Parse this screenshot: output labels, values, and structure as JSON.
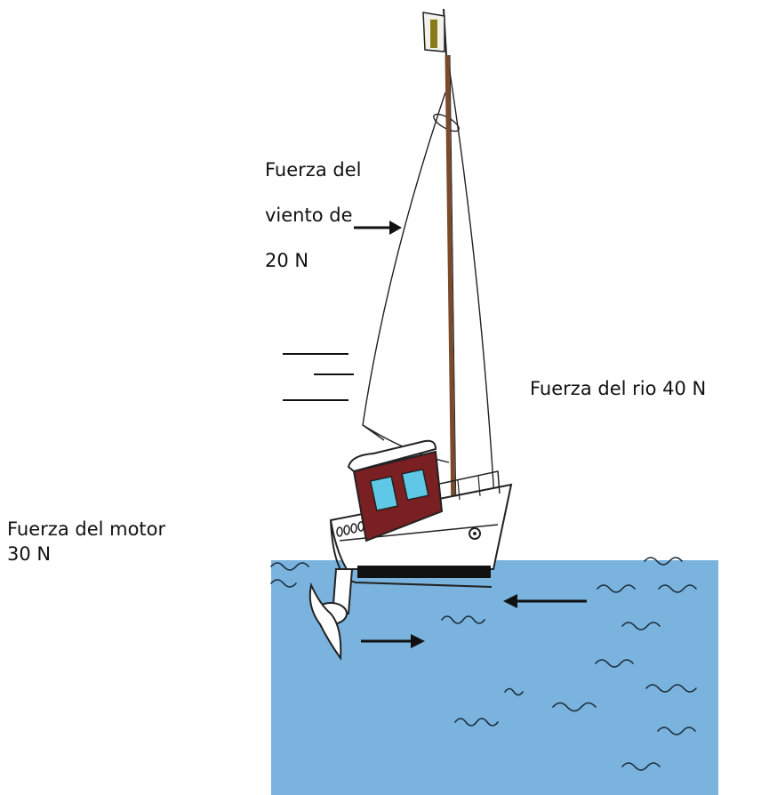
{
  "labels": {
    "wind_line1": "Fuerza del",
    "wind_line2": "viento de",
    "wind_line3": "20 N",
    "river": "Fuerza del rio 40 N",
    "motor_line1": "Fuerza del motor",
    "motor_line2": "30 N"
  },
  "colors": {
    "water": "#7ab3dd",
    "cabin": "#7a1f22",
    "window": "#5ec8e6",
    "mast": "#7a4a2a",
    "flag": "#8a7a1a",
    "arrow": "#111111"
  },
  "icons": {
    "wind_arrow": "arrow-right-icon",
    "river_arrow": "arrow-left-icon",
    "motor_arrow": "arrow-right-icon"
  }
}
